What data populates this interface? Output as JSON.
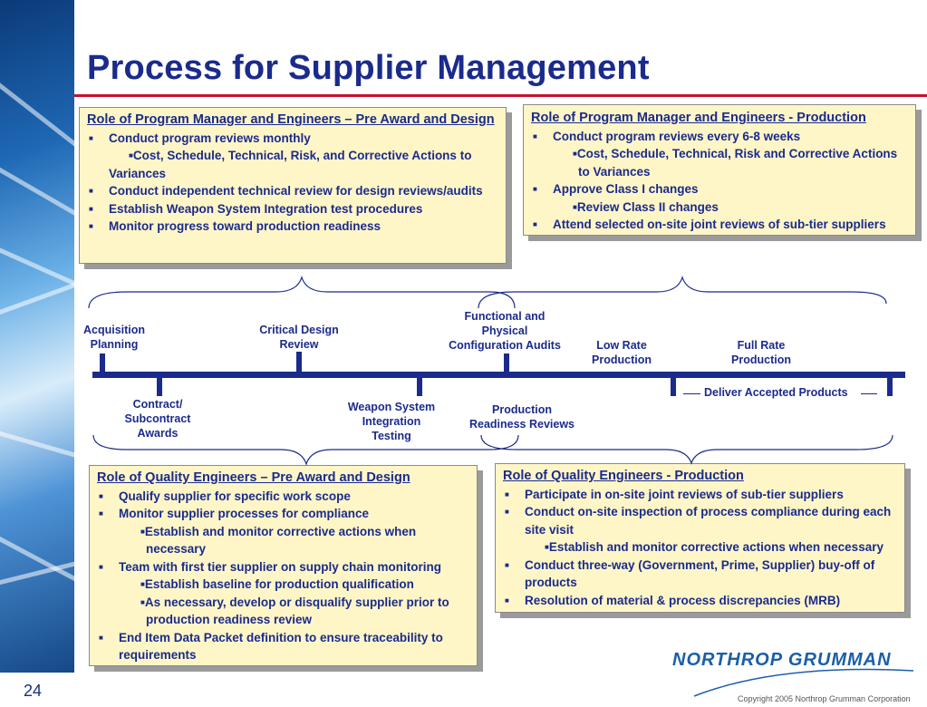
{
  "slide": {
    "title": "Process for Supplier Management",
    "page_number": "24"
  },
  "boxes": {
    "pm_pre": {
      "title": "Role of Program Manager and Engineers – Pre Award and Design",
      "b1": "Conduct program reviews monthly",
      "s1": "Cost, Schedule, Technical, Risk, and Corrective Actions to",
      "s1b": "Variances",
      "b2": "Conduct independent technical review for design reviews/audits",
      "b3": "Establish Weapon System Integration test procedures",
      "b4": "Monitor progress toward production readiness"
    },
    "pm_prod": {
      "title": "Role of Program Manager and Engineers - Production",
      "b1": "Conduct program reviews every 6-8 weeks",
      "s1": "Cost, Schedule, Technical, Risk and Corrective Actions",
      "s1b": "to Variances",
      "b2": "Approve Class I changes",
      "s2": "Review Class II changes",
      "b3": "Attend selected on-site joint reviews of sub-tier suppliers"
    },
    "qe_pre": {
      "title": "Role of Quality Engineers – Pre Award and Design",
      "b1": "Qualify supplier for specific work scope",
      "b2": "Monitor supplier processes for compliance",
      "s2": "Establish and monitor corrective actions when",
      "s2b": "necessary",
      "b3": "Team with first tier supplier on supply chain monitoring",
      "s3a": "Establish baseline for production qualification",
      "s3b": "As necessary, develop or disqualify supplier prior to",
      "s3c": "production readiness review",
      "b4": "End Item Data Packet definition to ensure traceability to",
      "b4b": "requirements"
    },
    "qe_prod": {
      "title": "Role of Quality Engineers - Production",
      "b1": "Participate in on-site joint reviews of sub-tier suppliers",
      "b2": "Conduct on-site inspection of process compliance during each",
      "b2b": "site visit",
      "s2": "Establish and monitor corrective actions when necessary",
      "b3": "Conduct three-way (Government, Prime, Supplier) buy-off of",
      "b3b": "products",
      "b4": "Resolution of material & process discrepancies (MRB)"
    }
  },
  "timeline": {
    "above": {
      "acq": "Acquisition\nPlanning",
      "cdr": "Critical Design\nReview",
      "fca": "Functional and\nPhysical\nConfiguration Audits",
      "lrp": "Low Rate\nProduction",
      "frp": "Full Rate\nProduction"
    },
    "below": {
      "contract": "Contract/\nSubcontract\nAwards",
      "wsit": "Weapon System\nIntegration\nTesting",
      "prr": "Production\nReadiness Reviews"
    },
    "deliver": "Deliver Accepted Products"
  },
  "footer": {
    "logo": "NORTHROP GRUMMAN",
    "copyright": "Copyright 2005 Northrop Grumman Corporation"
  },
  "colors": {
    "navy": "#1a2b8c",
    "accent_red": "#c8102e",
    "box_fill": "#fff6c7"
  }
}
